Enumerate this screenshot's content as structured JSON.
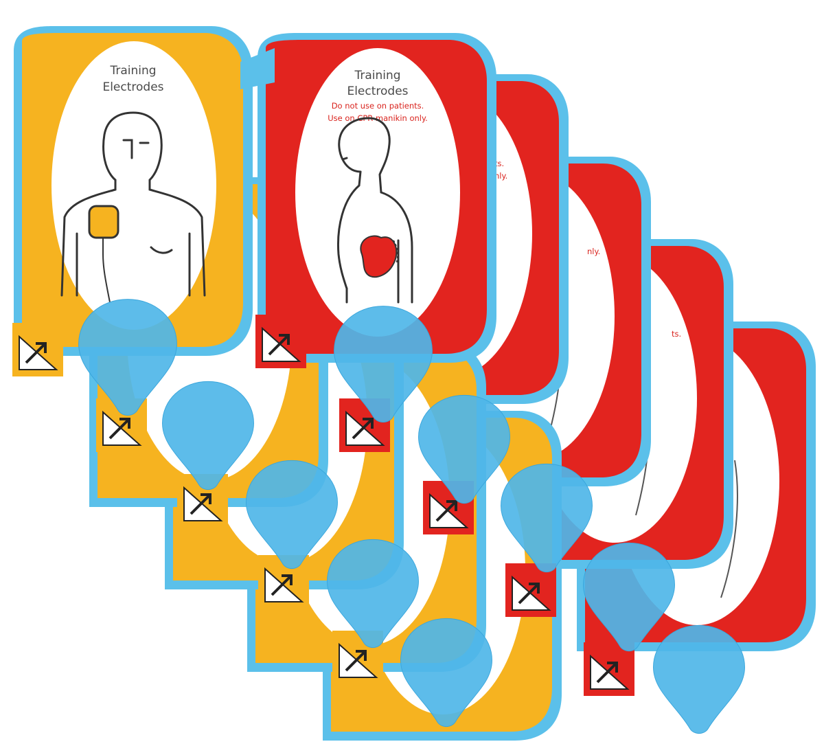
{
  "yellow_pad": {
    "title_line1": "Training",
    "title_line2": "Electrodes"
  },
  "red_pad": {
    "title_line1": "Training",
    "title_line2": "Electrodes",
    "warning_line1": "Do not use on patients.",
    "warning_line2": "Use on CPR manikin only.",
    "peek_text_1": "ts.",
    "peek_text_2": "nly."
  },
  "colors": {
    "yellow": "#f6b320",
    "red": "#e2241f",
    "blue_liner": "#5bc0ea",
    "electrode_blue": "#4fb6e8",
    "inner_white": "#ffffff"
  }
}
